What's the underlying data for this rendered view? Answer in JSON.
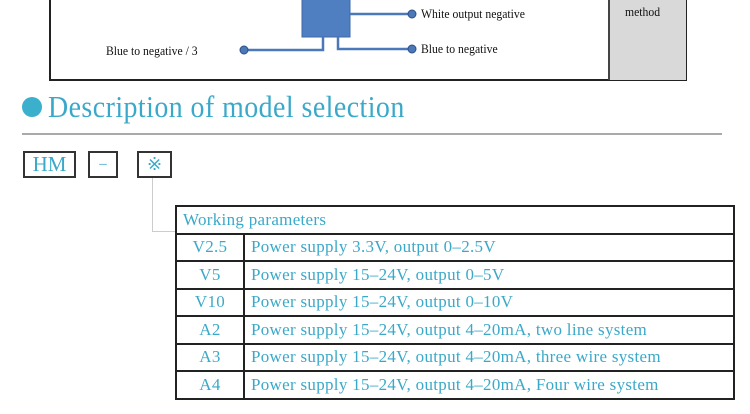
{
  "diagram": {
    "right_cell_label": "method",
    "labels": {
      "white_output_negative": "White output negative",
      "blue_to_negative": "Blue to negative",
      "blue_to_negative_3": "Blue to negative / 3"
    },
    "colors": {
      "box": "#4f7fc0",
      "line": "#4a78b8",
      "cell": "#d9d9d9"
    }
  },
  "section": {
    "title": "Description of model selection",
    "accent": "#3aa9c9"
  },
  "model": {
    "parts": [
      "HM",
      "–",
      "※"
    ]
  },
  "table": {
    "header": "Working parameters",
    "rows": [
      {
        "code": "V2.5",
        "desc": "Power supply 3.3V, output 0–2.5V"
      },
      {
        "code": "V5",
        "desc": "Power supply 15–24V, output 0–5V"
      },
      {
        "code": "V10",
        "desc": "Power supply 15–24V, output 0–10V"
      },
      {
        "code": "A2",
        "desc": "Power supply 15–24V, output 4–20mA, two line system"
      },
      {
        "code": "A3",
        "desc": "Power supply 15–24V, output 4–20mA, three wire system"
      },
      {
        "code": "A4",
        "desc": "Power supply 15–24V, output 4–20mA, Four wire system"
      }
    ]
  }
}
